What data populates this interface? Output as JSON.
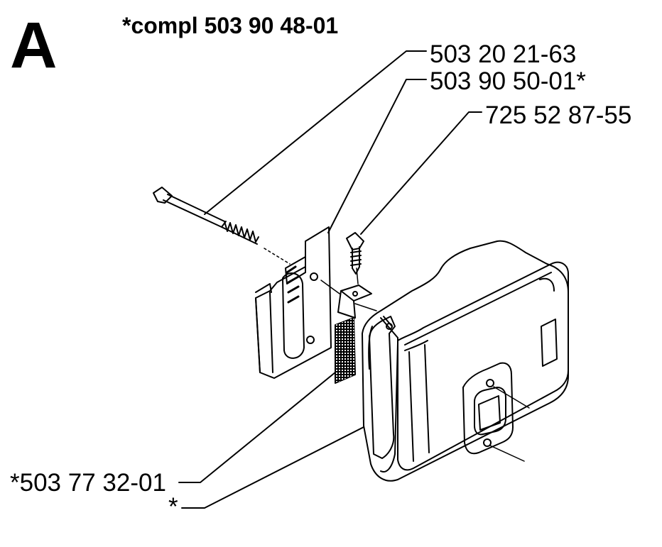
{
  "section_letter": "A",
  "assembly": "*compl 503 90 48-01",
  "parts": [
    {
      "label": "503 20 21-63"
    },
    {
      "label": "503 90 50-01*"
    },
    {
      "label": "725 52 87-55"
    },
    {
      "label": "*503 77 32-01"
    },
    {
      "label": "*"
    }
  ]
}
